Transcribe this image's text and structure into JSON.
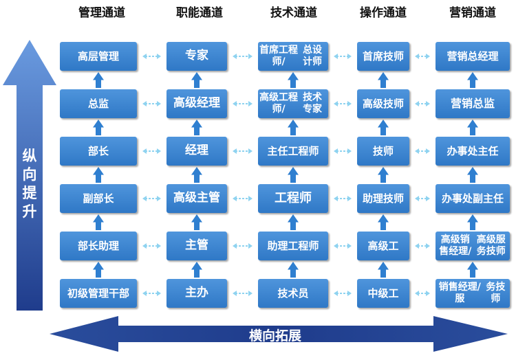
{
  "columns": [
    {
      "title": "管理通道",
      "items": [
        "初级管理干部",
        "部长助理",
        "副部长",
        "部长",
        "总监",
        "高层管理"
      ]
    },
    {
      "title": "职能通道",
      "items": [
        "主办",
        "主管",
        "高级主管",
        "经理",
        "高级经理",
        "专家"
      ]
    },
    {
      "title": "技术通道",
      "items": [
        "技术员",
        "助理工程师",
        "工程师",
        "主任工程师",
        "高级工程师/\n技术专家",
        "首席工程师/\n总设计师"
      ]
    },
    {
      "title": "操作通道",
      "items": [
        "中级工",
        "高级工",
        "助理技师",
        "技师",
        "高级技师",
        "首席技师"
      ]
    },
    {
      "title": "营销通道",
      "items": [
        "销售经理/服\n务技师",
        "高级销售经理/\n高级服务技师",
        "办事处副主任",
        "办事处主任",
        "营销总监",
        "营销总经理"
      ]
    }
  ],
  "vertical_axis": {
    "label": "纵向提升"
  },
  "horizontal_axis": {
    "label": "横向拓展"
  },
  "colors": {
    "box": "#3a82cf",
    "up_arrow": "#2f7fd0",
    "side_arrow": "#8fd3f0",
    "band_dark": "#1f3c8c",
    "band_light": "#4a7fcf"
  }
}
